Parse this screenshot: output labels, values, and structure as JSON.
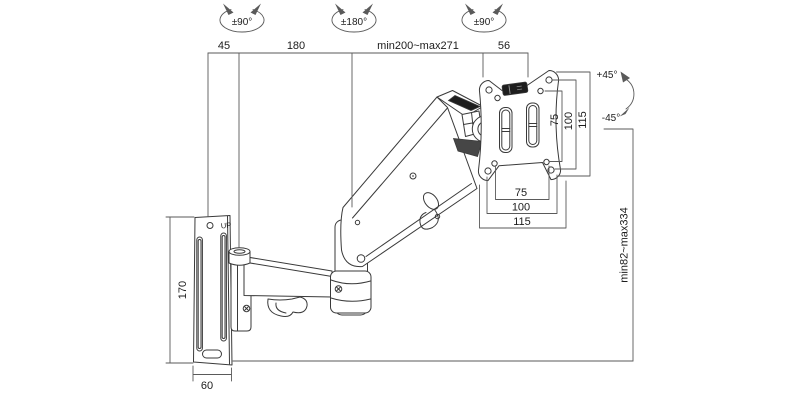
{
  "diagram": {
    "type": "technical-dimension-drawing",
    "subject": "gas-spring-wall-mount-monitor-arm",
    "background": "#ffffff",
    "line_color": "#3a3a3a",
    "dim_color": "#5a5a5a",
    "text_color": "#1c1c1c",
    "top_dimensions": {
      "wall_to_pivot": "45",
      "first_arm": "180",
      "extension_range": "min200~max271",
      "head_offset": "56"
    },
    "rotation_labels": {
      "wall_swivel": "±90°",
      "elbow_swivel": "±180°",
      "vesa_swivel": "±90°"
    },
    "tilt_labels": {
      "up": "+45°",
      "down": "-45°"
    },
    "wall_plate": {
      "up_marking": "UP",
      "height": "170",
      "width": "60"
    },
    "height_range": "min82~max334",
    "vesa_plate": {
      "vertical_spacings": [
        "75",
        "100",
        "115"
      ],
      "horizontal_spacings": [
        "75",
        "100",
        "115"
      ]
    }
  }
}
